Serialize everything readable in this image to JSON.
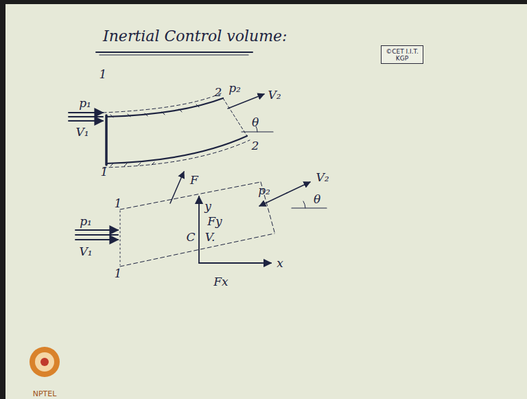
{
  "diagram": {
    "title": "Inertial Control volume:",
    "nodes": [
      {
        "text": [
          "©CET I.I.T. KGP"
        ]
      }
    ],
    "labels": [
      "1",
      "p₁",
      "V₁",
      "1",
      "2",
      "p₂",
      "V₂",
      "θ",
      "2",
      "F",
      "1",
      "p₁",
      "V₁",
      "1",
      "y",
      "Fy",
      "C",
      "V.",
      "x",
      "Fx",
      "p₂",
      "V₂",
      "θ",
      "NPTEL"
    ]
  }
}
